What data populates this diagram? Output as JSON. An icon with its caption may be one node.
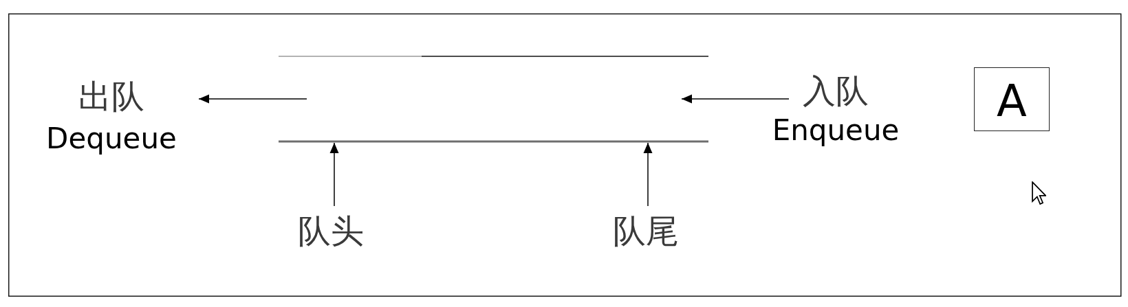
{
  "diagram": {
    "nodes": [
      {
        "text": [
          "出队",
          "Dequeue"
        ]
      },
      {
        "text": [],
        "shape": "tube"
      },
      {
        "text": [
          "入队",
          "Enqueue"
        ]
      },
      {
        "text": [
          "A"
        ]
      },
      {
        "text": [
          "队头"
        ]
      },
      {
        "text": [
          "队尾"
        ]
      }
    ],
    "edges": [
      {
        "from": 1,
        "to": 0,
        "arrow": "to"
      },
      {
        "from": 2,
        "to": 1,
        "arrow": "to"
      },
      {
        "from": 4,
        "to": 1,
        "arrow": "to"
      },
      {
        "from": 5,
        "to": 1,
        "arrow": "to"
      }
    ]
  }
}
